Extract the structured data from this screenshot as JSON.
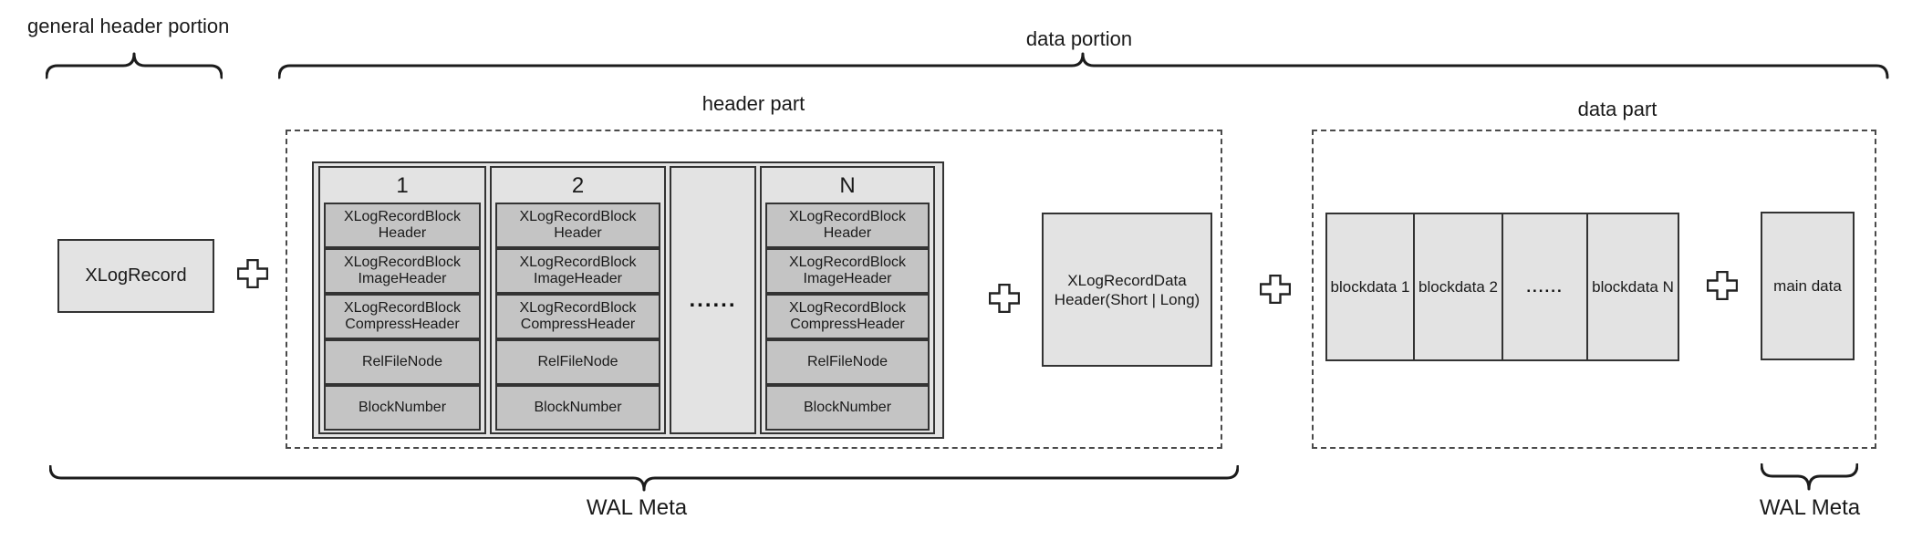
{
  "labels": {
    "general_header_portion": "general header portion",
    "data_portion": "data portion",
    "header_part": "header part",
    "data_part": "data part",
    "wal_meta_left": "WAL Meta",
    "wal_meta_right": "WAL Meta"
  },
  "general_header": {
    "xlog_record": "XLogRecord"
  },
  "header_part": {
    "block_columns": [
      {
        "label": "1",
        "rows": [
          "XLogRecordBlock Header",
          "XLogRecordBlock ImageHeader",
          "XLogRecordBlock CompressHeader",
          "RelFileNode",
          "BlockNumber"
        ]
      },
      {
        "label": "2",
        "rows": [
          "XLogRecordBlock Header",
          "XLogRecordBlock ImageHeader",
          "XLogRecordBlock CompressHeader",
          "RelFileNode",
          "BlockNumber"
        ]
      },
      {
        "label": "N",
        "rows": [
          "XLogRecordBlock Header",
          "XLogRecordBlock ImageHeader",
          "XLogRecordBlock CompressHeader",
          "RelFileNode",
          "BlockNumber"
        ]
      }
    ],
    "ellipsis": "......",
    "data_header_box": "XLogRecordData Header(Short | Long)"
  },
  "data_part": {
    "blockdata": [
      "blockdata 1",
      "blockdata 2",
      "......",
      "blockdata N"
    ],
    "main_data": "main data"
  },
  "icons": {
    "plus": "plus-icon"
  },
  "colors": {
    "box_fill": "#e3e3e3",
    "row_fill": "#c4c4c4",
    "border": "#333333",
    "dashed_border": "#4a4a4a",
    "text": "#1a1a1a",
    "background": "#ffffff"
  }
}
